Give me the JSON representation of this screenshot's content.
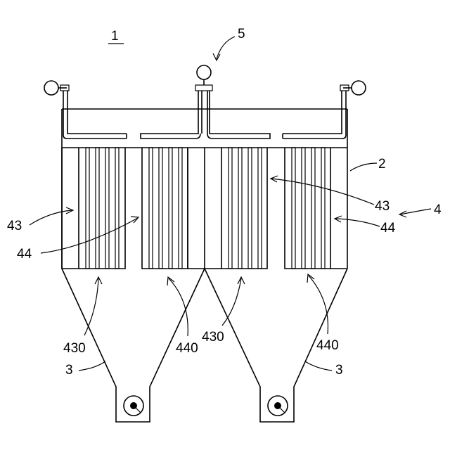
{
  "labels": {
    "l1": "1",
    "l5": "5",
    "l2": "2",
    "l43a": "43",
    "l43b": "43",
    "l44a": "44",
    "l44b": "44",
    "l4": "4",
    "l430a": "430",
    "l430b": "430",
    "l440a": "440",
    "l440b": "440",
    "l3a": "3",
    "l3b": "3"
  }
}
